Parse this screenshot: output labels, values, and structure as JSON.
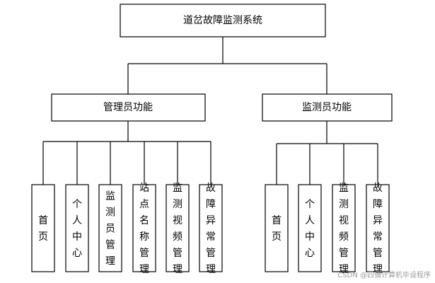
{
  "diagram": {
    "root": "道岔故障监测系统",
    "groups": [
      {
        "label": "管理员功能",
        "items": [
          "首页",
          "个人中心",
          "监测员管理",
          "站点名称管理",
          "监测视频管理",
          "故障异常管理"
        ]
      },
      {
        "label": "监测员功能",
        "items": [
          "首页",
          "个人中心",
          "监测视频管理",
          "故障异常管理"
        ]
      }
    ]
  },
  "watermark": "CSDN @四铺计算机毕设程序"
}
